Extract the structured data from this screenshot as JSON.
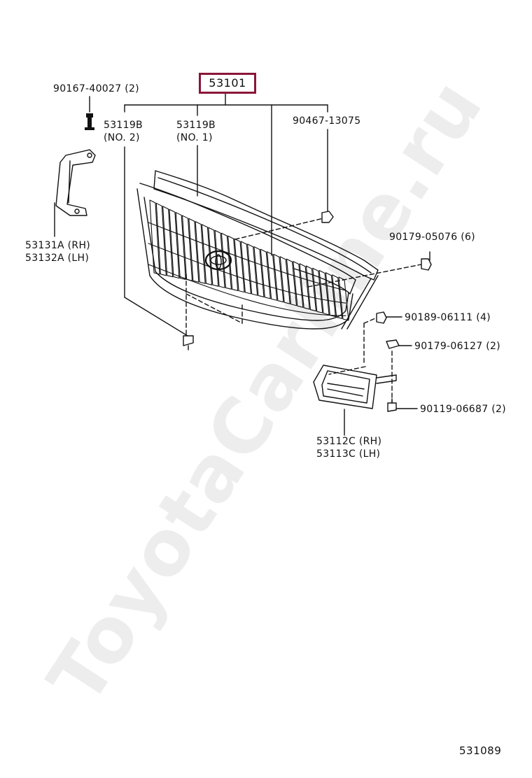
{
  "main_part": "53101",
  "diagram_id": "531089",
  "watermark": "ToyotaCarline.ru",
  "colors": {
    "highlight": "#8b1538",
    "ink": "#111111"
  },
  "parts": {
    "bolt_top": {
      "number": "90167-40027",
      "qty": "(2)"
    },
    "grille_no2": {
      "number": "53119B",
      "note": "(NO. 2)"
    },
    "grille_no1": {
      "number": "53119B",
      "note": "(NO. 1)"
    },
    "clip_top": {
      "number": "90467-13075"
    },
    "bracket": {
      "number_rh": "53131A (RH)",
      "number_lh": "53132A (LH)"
    },
    "nut_right": {
      "number": "90179-05076",
      "qty": "(6)"
    },
    "nut_lower": {
      "number": "90189-06111",
      "qty": "(4)"
    },
    "clip_lower": {
      "number": "90179-06127",
      "qty": "(2)"
    },
    "screw_lower": {
      "number": "90119-06687",
      "qty": "(2)"
    },
    "lamp_cover": {
      "number_rh": "53112C (RH)",
      "number_lh": "53113C (LH)"
    }
  }
}
